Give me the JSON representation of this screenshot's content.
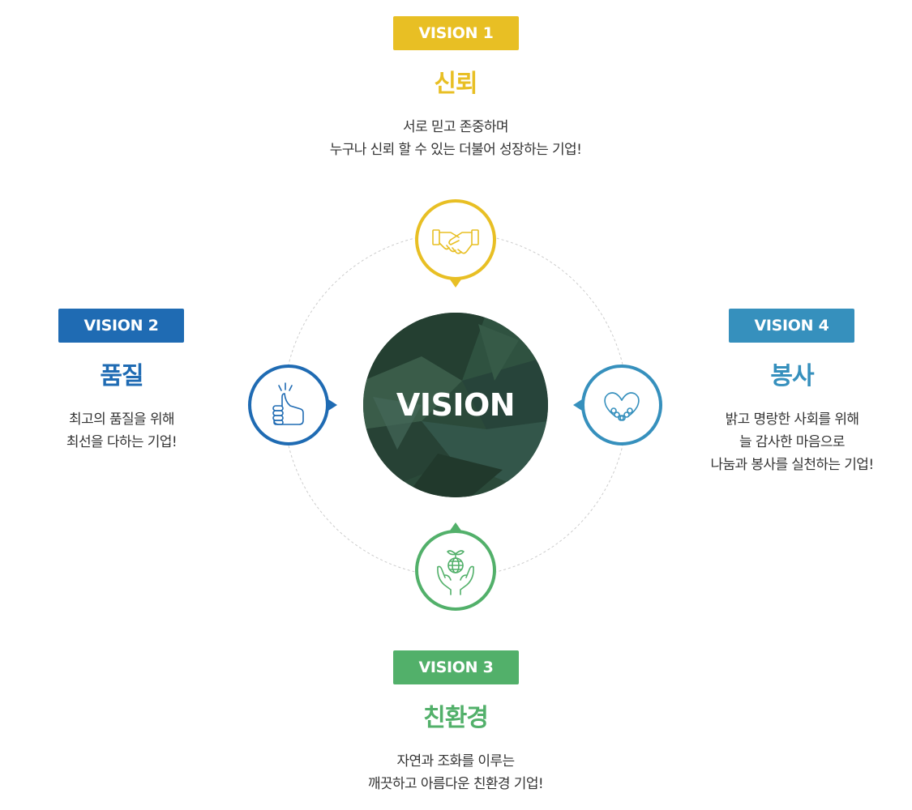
{
  "center": {
    "label": "VISION"
  },
  "colors": {
    "vision1": "#e8bf24",
    "vision2": "#1f6bb3",
    "vision3": "#52b06a",
    "vision4": "#3690bd",
    "center": "#2b4a3a",
    "ring": "#cccccc"
  },
  "visions": [
    {
      "badge": "VISION 1",
      "title": "신뢰",
      "lines": [
        "서로 믿고 존중하며",
        "누구나 신뢰 할 수 있는 더불어 성장하는 기업!"
      ],
      "icon": "handshake-icon"
    },
    {
      "badge": "VISION 2",
      "title": "품질",
      "lines": [
        "최고의 품질을 위해",
        "최선을 다하는 기업!"
      ],
      "icon": "thumbs-up-icon"
    },
    {
      "badge": "VISION 3",
      "title": "친환경",
      "lines": [
        "자연과 조화를 이루는",
        "깨끗하고 아름다운 친환경 기업!"
      ],
      "icon": "globe-sprout-hands-icon"
    },
    {
      "badge": "VISION 4",
      "title": "봉사",
      "lines": [
        "밝고 명랑한 사회를 위해",
        "늘 감사한 마음으로",
        "나눔과 봉사를 실천하는 기업!"
      ],
      "icon": "heart-hands-icon"
    }
  ]
}
